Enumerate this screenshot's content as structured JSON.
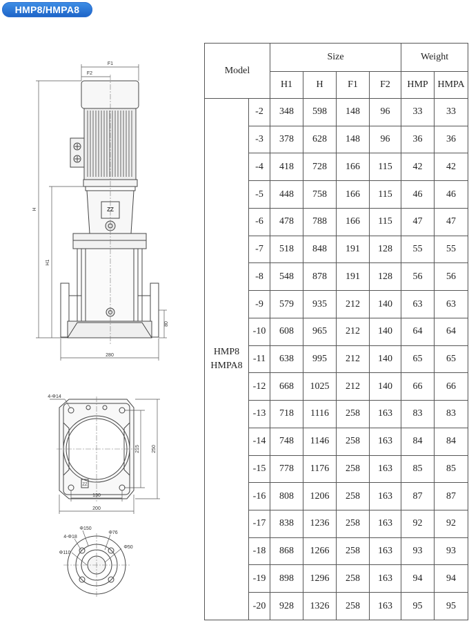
{
  "title": "HMP8/HMPA8",
  "drawing": {
    "dim_f1": "F1",
    "dim_f2": "F2",
    "dim_h": "H",
    "dim_h1": "H1",
    "dim_80": "80",
    "dim_280": "280",
    "dim_4phi14": "4-Φ14",
    "dim_215": "215",
    "dim_250": "250",
    "dim_130": "130",
    "dim_200": "200",
    "dim_phi150": "Φ150",
    "dim_phi76": "Φ76",
    "dim_4phi18": "4-Φ18",
    "dim_phi110": "Φ110",
    "dim_phi50": "Φ50",
    "logo_text": "ZZ"
  },
  "table": {
    "model_header": "Model",
    "size_header": "Size",
    "weight_header": "Weight",
    "columns": [
      "H1",
      "H",
      "F1",
      "F2",
      "HMP",
      "HMPA"
    ],
    "model_name_line1": "HMP8",
    "model_name_line2": "HMPA8",
    "rows": [
      [
        "-2",
        "348",
        "598",
        "148",
        "96",
        "33",
        "33"
      ],
      [
        "-3",
        "378",
        "628",
        "148",
        "96",
        "36",
        "36"
      ],
      [
        "-4",
        "418",
        "728",
        "166",
        "115",
        "42",
        "42"
      ],
      [
        "-5",
        "448",
        "758",
        "166",
        "115",
        "46",
        "46"
      ],
      [
        "-6",
        "478",
        "788",
        "166",
        "115",
        "47",
        "47"
      ],
      [
        "-7",
        "518",
        "848",
        "191",
        "128",
        "55",
        "55"
      ],
      [
        "-8",
        "548",
        "878",
        "191",
        "128",
        "56",
        "56"
      ],
      [
        "-9",
        "579",
        "935",
        "212",
        "140",
        "63",
        "63"
      ],
      [
        "-10",
        "608",
        "965",
        "212",
        "140",
        "64",
        "64"
      ],
      [
        "-11",
        "638",
        "995",
        "212",
        "140",
        "65",
        "65"
      ],
      [
        "-12",
        "668",
        "1025",
        "212",
        "140",
        "66",
        "66"
      ],
      [
        "-13",
        "718",
        "1116",
        "258",
        "163",
        "83",
        "83"
      ],
      [
        "-14",
        "748",
        "1146",
        "258",
        "163",
        "84",
        "84"
      ],
      [
        "-15",
        "778",
        "1176",
        "258",
        "163",
        "85",
        "85"
      ],
      [
        "-16",
        "808",
        "1206",
        "258",
        "163",
        "87",
        "87"
      ],
      [
        "-17",
        "838",
        "1236",
        "258",
        "163",
        "92",
        "92"
      ],
      [
        "-18",
        "868",
        "1266",
        "258",
        "163",
        "93",
        "93"
      ],
      [
        "-19",
        "898",
        "1296",
        "258",
        "163",
        "94",
        "94"
      ],
      [
        "-20",
        "928",
        "1326",
        "258",
        "163",
        "95",
        "95"
      ]
    ]
  }
}
